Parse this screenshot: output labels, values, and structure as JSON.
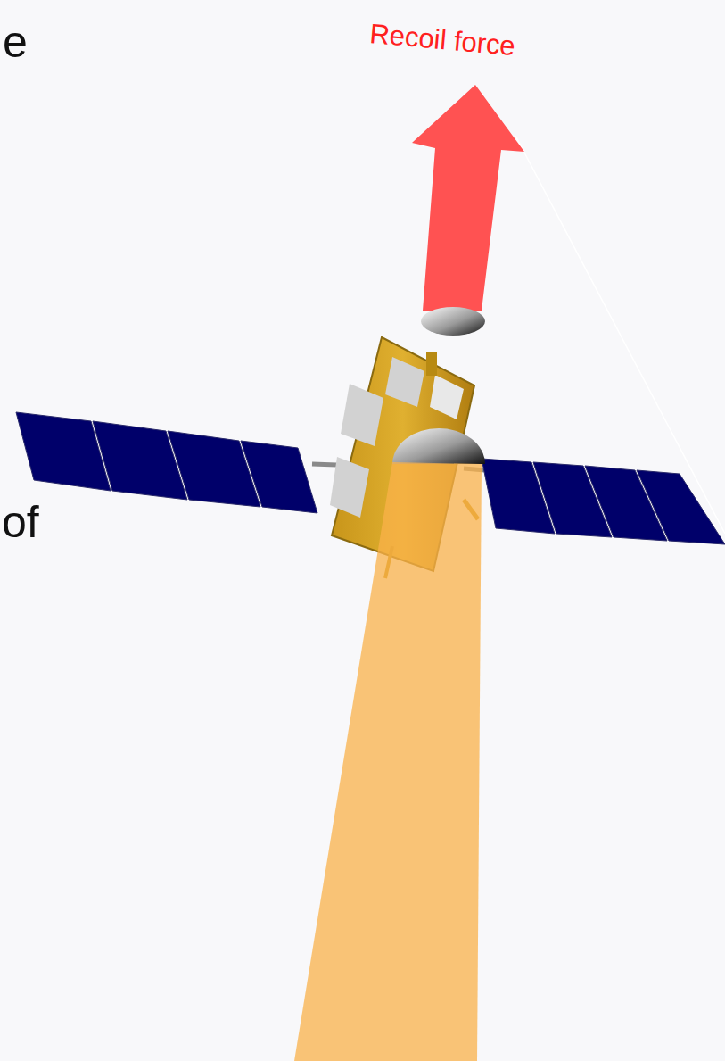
{
  "diagram": {
    "labels": [
      "Recoil force",
      "e",
      "of"
    ]
  }
}
